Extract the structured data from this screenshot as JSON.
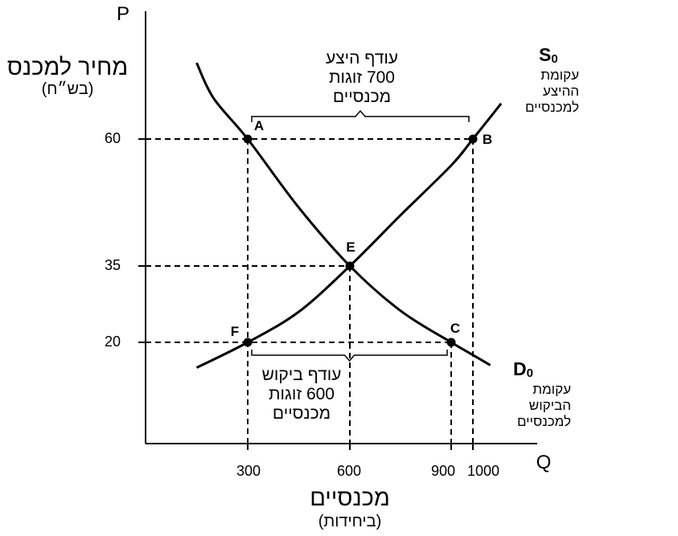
{
  "chart_data": {
    "type": "line",
    "y_axis_letter": "P",
    "x_axis_letter": "Q",
    "ylabel": "מחיר למכנס",
    "ylabel_unit": "(בש״ח)",
    "xlabel": "מכנסיים",
    "xlabel_unit": "(ביחידות)",
    "y_ticks": [
      "60",
      "35",
      "20"
    ],
    "x_ticks": [
      "300",
      "600",
      "900",
      "1000"
    ],
    "series": [
      {
        "name": "S",
        "subscript": "0",
        "description": [
          "עקומת",
          "ההיצע",
          "למכנסיים"
        ],
        "x": [
          150,
          300,
          450,
          600,
          750,
          900,
          1000,
          1130
        ],
        "y": [
          15,
          20,
          26,
          35,
          45,
          54.8,
          60,
          67
        ]
      },
      {
        "name": "D",
        "subscript": "0",
        "description": [
          "עקומת",
          "הביקוש",
          "למכנסיים"
        ],
        "x": [
          150,
          200,
          300,
          450,
          600,
          750,
          900,
          1000,
          1080
        ],
        "y": [
          75,
          68,
          60,
          46.5,
          35,
          26.2,
          20,
          17.5,
          15.5
        ]
      }
    ],
    "points": [
      {
        "label": "A",
        "x": 300,
        "y": 60
      },
      {
        "label": "B",
        "x": 1000,
        "y": 60
      },
      {
        "label": "E",
        "x": 600,
        "y": 35
      },
      {
        "label": "F",
        "x": 300,
        "y": 20
      },
      {
        "label": "C",
        "x": 900,
        "y": 20
      }
    ],
    "annotations": {
      "supply_surplus": [
        "עודף היצע",
        "700 זוגות",
        "מכנסיים"
      ],
      "demand_surplus": [
        "עודף ביקוש",
        "600 זוגות",
        "מכנסיים"
      ]
    },
    "grid": false
  }
}
